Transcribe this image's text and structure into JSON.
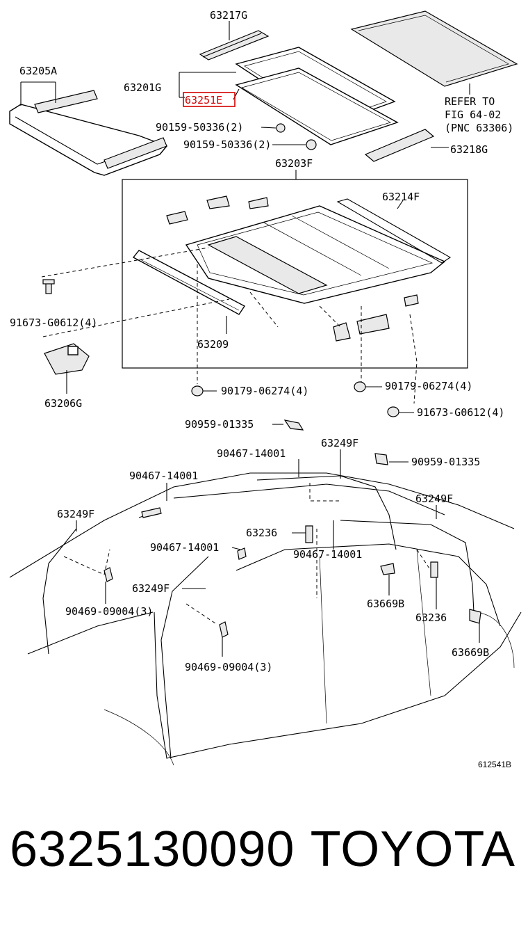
{
  "diagram": {
    "callouts": {
      "p63217G": "63217G",
      "p63205A": "63205A",
      "p63201G": "63201G",
      "p63251": "63251E",
      "p90159a": "90159-50336(2)",
      "p90159b": "90159-50336(2)",
      "refer1": "REFER TO",
      "refer2": "FIG 64-02",
      "refer3": "(PNC 63306)",
      "p63218G": "63218G",
      "p63203F": "63203F",
      "p63214F": "63214F",
      "p91673a": "91673-G0612(4)",
      "p63209": "63209",
      "p63206G": "63206G",
      "p90179a": "90179-06274(4)",
      "p90179b": "90179-06274(4)",
      "p91673b": "91673-G0612(4)",
      "p90959a": "90959-01335",
      "p63249Fa": "63249F",
      "p90467a": "90467-14001",
      "p90959b": "90959-01335",
      "p90467b": "90467-14001",
      "p63249Fb": "63249F",
      "p63249Fc": "63249F",
      "p63236a": "63236",
      "p90467c": "90467-14001",
      "p90467d": "90467-14001",
      "p63249Fd": "63249F",
      "p63669Ba": "63669B",
      "p90469a": "90469-09004(3)",
      "p63236b": "63236",
      "p63669Bb": "63669B",
      "p90469b": "90469-09004(3)",
      "figure_id": "612541B"
    },
    "highlight_color": "#d40000"
  },
  "footer": {
    "part_number": "6325130090",
    "brand": "TOYOTA"
  }
}
